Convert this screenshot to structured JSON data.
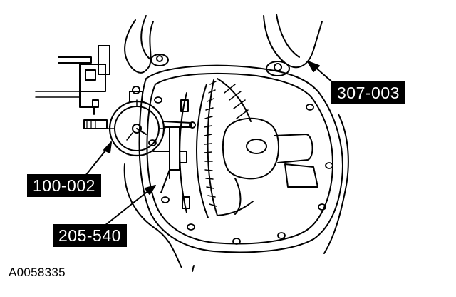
{
  "callouts": {
    "spreader": "307-003",
    "dial_indicator": "100-002",
    "magnetic_base": "205-540"
  },
  "figure_id": "A0058335",
  "colors": {
    "ink": "#000000",
    "paper": "#ffffff",
    "label_bg": "#000000",
    "label_text": "#ffffff"
  }
}
